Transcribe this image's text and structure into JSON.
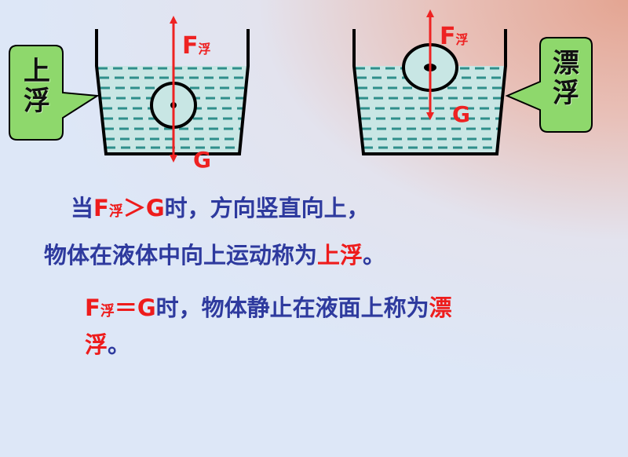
{
  "left_scene": {
    "callout": "上\n浮",
    "force_up_main": "F",
    "force_up_sub": "浮",
    "force_down": "G"
  },
  "right_scene": {
    "callout": "漂\n浮",
    "force_up_main": "F",
    "force_up_sub": "浮",
    "force_down": "G"
  },
  "colors": {
    "water": "#c8e6e4",
    "dash": "#2f8f8b",
    "callout_fill": "#8ed86c",
    "red": "#ee1c1c",
    "blue": "#2e3a9e"
  },
  "text": {
    "line1_a": "当",
    "line1_f": "F",
    "line1_sub": "浮",
    "line1_op": "＞G",
    "line1_b": "时，方向竖直向上，",
    "line2_a": "物体在液体中向上运动称为",
    "line2_hl": "上浮",
    "line2_end": "。",
    "line3_f": "F",
    "line3_sub": "浮",
    "line3_op": "＝G",
    "line3_b": "时，物体静止在液面上称为",
    "line3_hl": "漂",
    "line4_hl": "浮",
    "line4_end": "。"
  }
}
